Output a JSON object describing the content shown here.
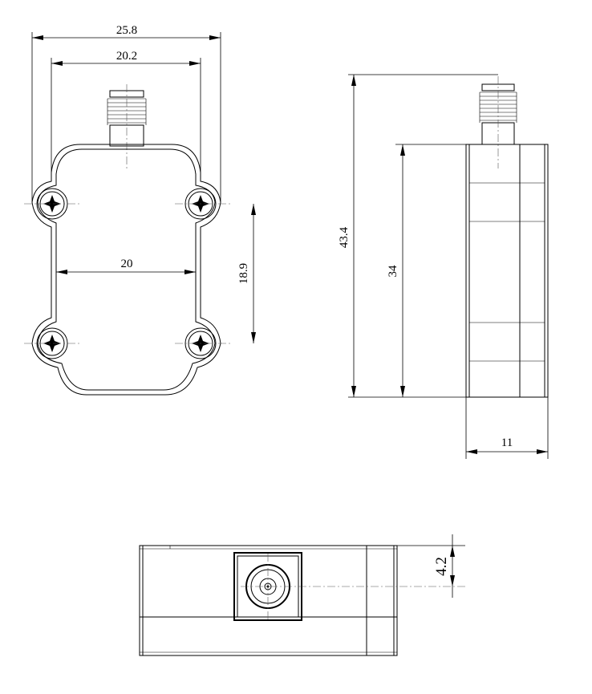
{
  "views": {
    "front": {
      "dims": {
        "overall_width": "25.8",
        "inner_width": "20.2",
        "hole_spacing_h": "20",
        "hole_spacing_v": "18.9"
      }
    },
    "side": {
      "dims": {
        "overall_height": "43.4",
        "body_height": "34",
        "thickness": "11"
      }
    },
    "bottom": {
      "dims": {
        "connector_offset": "4.2"
      }
    }
  },
  "colors": {
    "line": "#000000",
    "background": "#ffffff"
  }
}
